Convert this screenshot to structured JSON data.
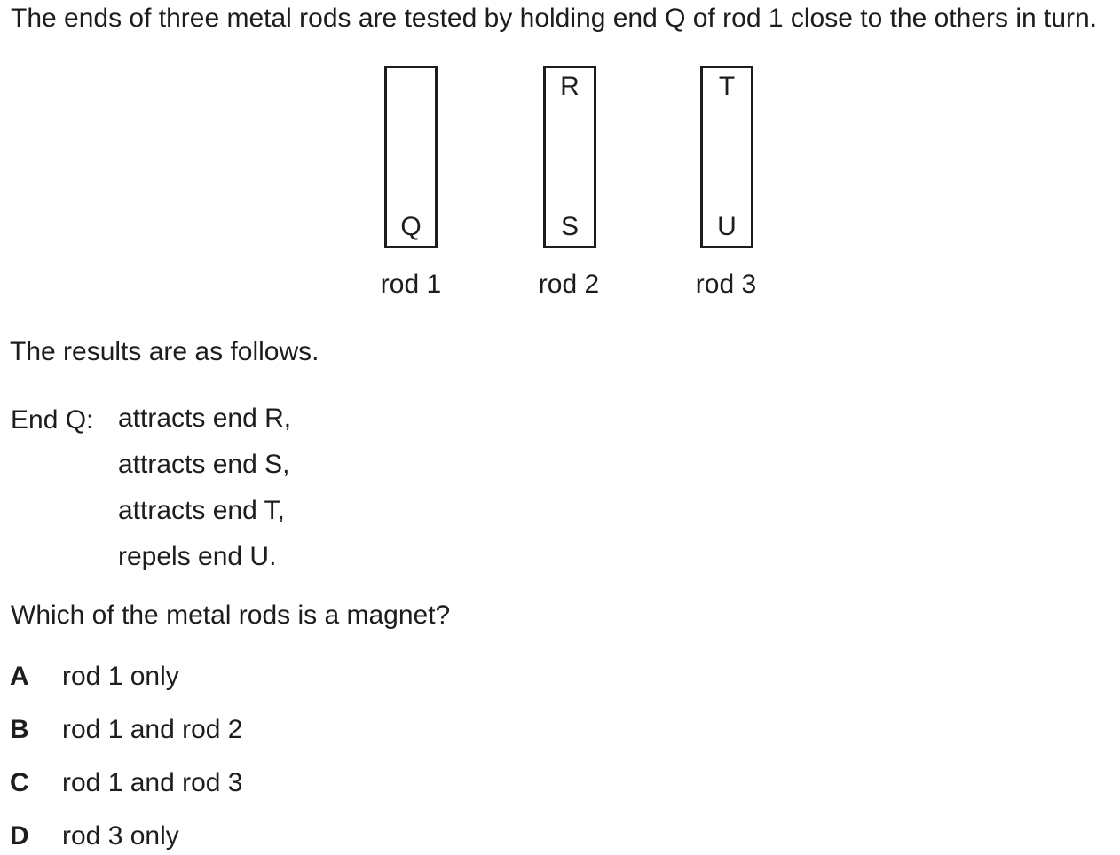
{
  "page": {
    "intro": "The ends of three metal rods are tested by holding end Q of rod 1 close to the others in turn.",
    "results_intro": "The results are as follows.",
    "results_label": "End Q:",
    "question": "Which of the metal rods is a magnet?"
  },
  "diagram": {
    "rods": [
      {
        "caption": "rod 1",
        "top_label": "",
        "bottom_label": "Q"
      },
      {
        "caption": "rod 2",
        "top_label": "R",
        "bottom_label": "S"
      },
      {
        "caption": "rod 3",
        "top_label": "T",
        "bottom_label": "U"
      }
    ]
  },
  "results": [
    "attracts end R,",
    "attracts end S,",
    "attracts end T,",
    "repels end U."
  ],
  "options": [
    {
      "letter": "A",
      "text": "rod 1 only"
    },
    {
      "letter": "B",
      "text": "rod 1 and rod 2"
    },
    {
      "letter": "C",
      "text": "rod 1 and rod 3"
    },
    {
      "letter": "D",
      "text": "rod 3 only"
    }
  ],
  "colors": {
    "text": "#1d1d1d",
    "background": "#ffffff",
    "rod_border": "#1d1d1d"
  }
}
